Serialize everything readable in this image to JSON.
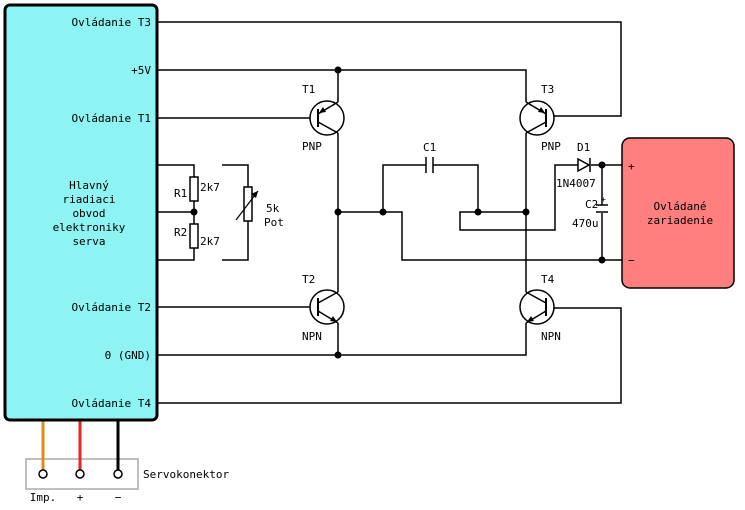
{
  "colors": {
    "controller_fill": "#8ef3f3",
    "load_fill": "#ff7f7f",
    "wire_orange": "#e58a17",
    "wire_red": "#e8242a",
    "wire_black": "#000000",
    "connector_fill": "#ffffff",
    "connector_border": "#aaaaaa"
  },
  "controller": {
    "title_lines": [
      "Hlavný",
      "riadiaci",
      "obvod",
      "elektroniky",
      "serva"
    ],
    "pins": {
      "t3": "Ovládanie T3",
      "v5": "+5V",
      "t1": "Ovládanie T1",
      "t2": "Ovládanie T2",
      "gnd": "0 (GND)",
      "t4": "Ovládanie T4"
    }
  },
  "resistors": {
    "r1_name": "R1",
    "r1_value": "2k7",
    "r2_name": "R2",
    "r2_value": "2k7"
  },
  "pot": {
    "value": "5k",
    "label": "Pot"
  },
  "transistors": {
    "t1": {
      "name": "T1",
      "type": "PNP"
    },
    "t2": {
      "name": "T2",
      "type": "NPN"
    },
    "t3": {
      "name": "T3",
      "type": "PNP"
    },
    "t4": {
      "name": "T4",
      "type": "NPN"
    }
  },
  "capacitor_c1": "C1",
  "diode": {
    "name": "D1",
    "value": "1N4007"
  },
  "capacitor_c2": {
    "name": "C2",
    "value": "470u"
  },
  "load": {
    "lines": [
      "Ovládané",
      "zariadenie"
    ],
    "plus": "+",
    "minus": "−"
  },
  "connector": {
    "title": "Servokonektor",
    "pins": [
      "Imp.",
      "+",
      "−"
    ]
  }
}
